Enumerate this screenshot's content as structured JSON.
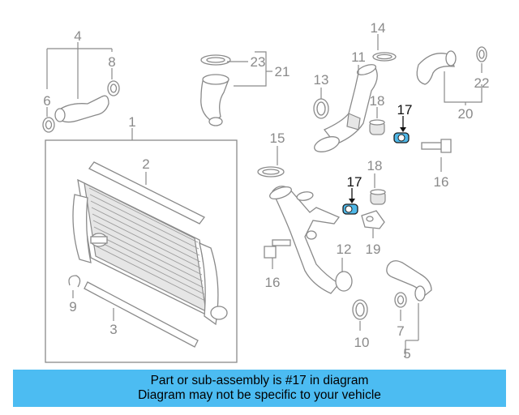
{
  "callouts": {
    "c1": "1",
    "c2": "2",
    "c3": "3",
    "c4": "4",
    "c5": "5",
    "c6": "6",
    "c7": "7",
    "c8": "8",
    "c9": "9",
    "c10": "10",
    "c11": "11",
    "c12": "12",
    "c13": "13",
    "c14": "14",
    "c15": "15",
    "c16a": "16",
    "c16b": "16",
    "c17a": "17",
    "c17b": "17",
    "c18a": "18",
    "c18b": "18",
    "c19": "19",
    "c20": "20",
    "c21": "21",
    "c22": "22",
    "c23": "23"
  },
  "highlighted_part": "17",
  "banner": {
    "line1": "Part or sub-assembly is #17 in diagram",
    "line2": "Diagram may not be specific to your vehicle"
  },
  "colors": {
    "highlight": "#4fb8e8",
    "banner": "#4cbcf2",
    "line_art": "#8a8a8a"
  }
}
